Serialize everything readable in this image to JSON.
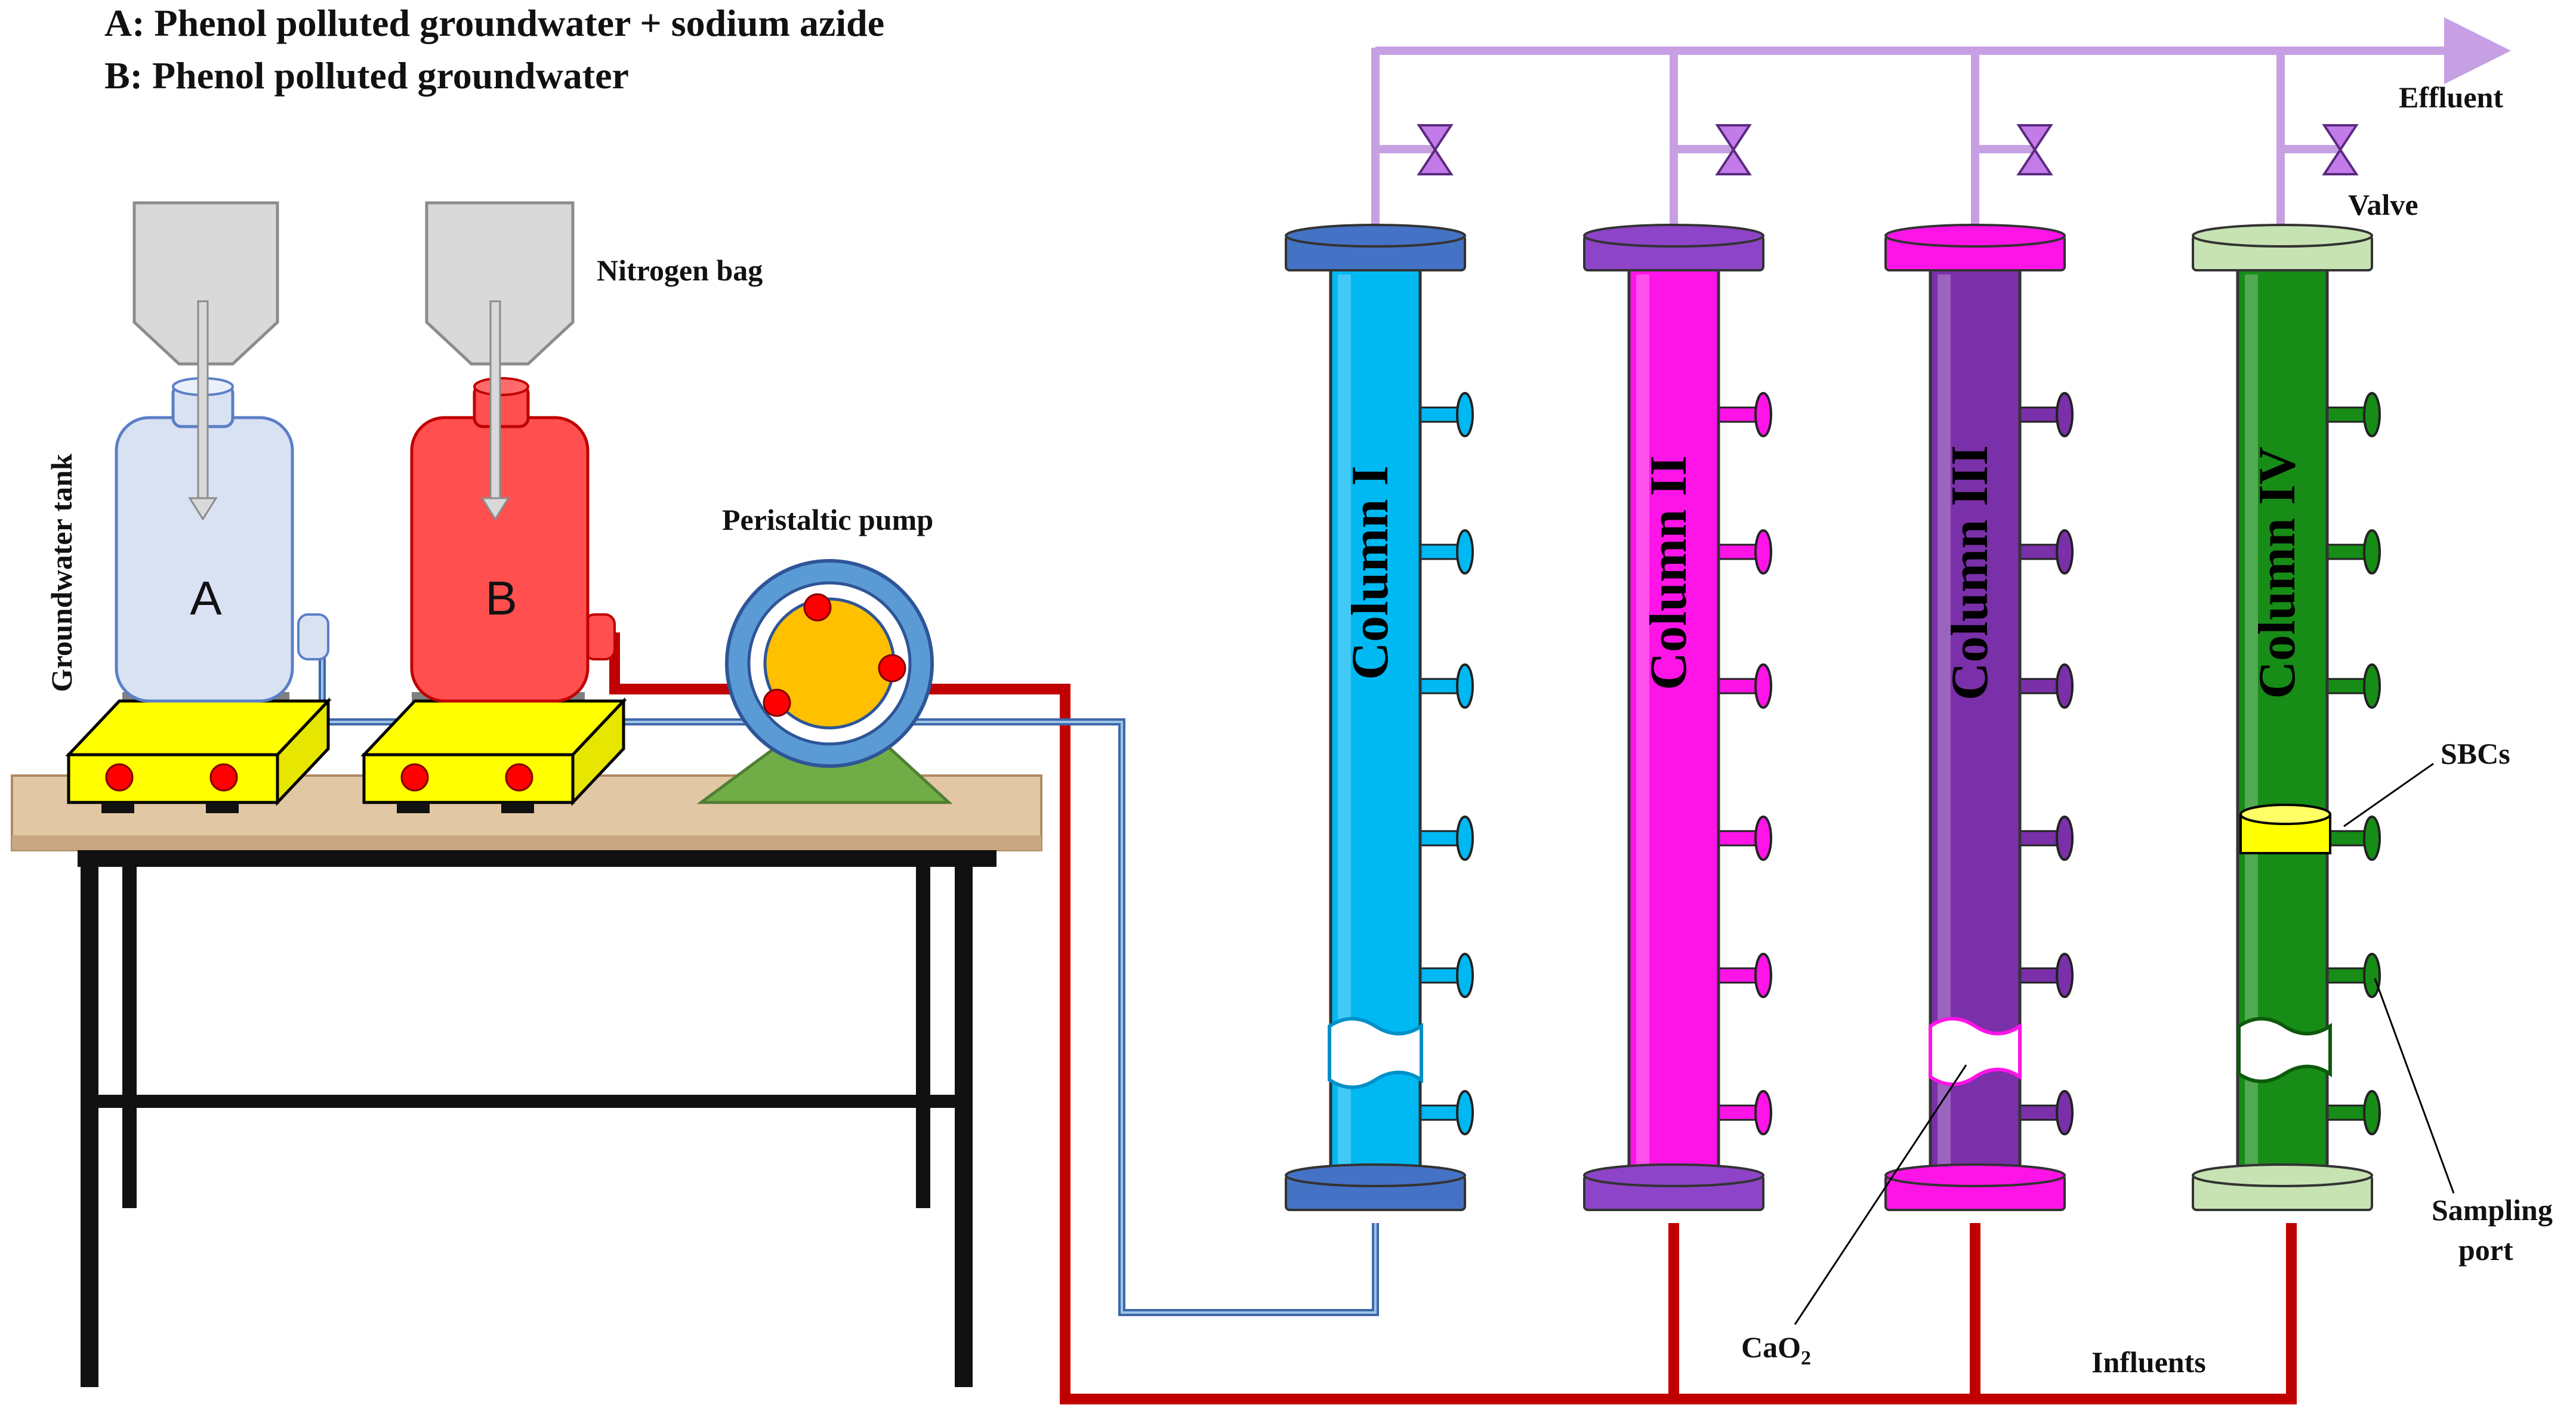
{
  "legend": {
    "line_a": "A: Phenol polluted groundwater + sodium azide",
    "line_b": "B: Phenol polluted groundwater"
  },
  "labels": {
    "nitrogen_bag": "Nitrogen bag",
    "groundwater_tank": "Groundwater tank",
    "peristaltic_pump": "Peristaltic pump",
    "tank_a": "A",
    "tank_b": "B",
    "effluent": "Effluent",
    "valve": "Valve",
    "sbcs": "SBCs",
    "sampling_port_line1": "Sampling",
    "sampling_port_line2": "port",
    "cao2": "CaO",
    "cao2_sub": "2",
    "influents": "Influents"
  },
  "columns": [
    {
      "label": "Column I",
      "body_color": "#00B9F2",
      "cap_color": "#4472C4"
    },
    {
      "label": "Column II",
      "body_color": "#FF14E8",
      "cap_color": "#8E44C8"
    },
    {
      "label": "Column III",
      "body_color": "#7A30A8",
      "cap_color": "#FF14E8"
    },
    {
      "label": "Column IV",
      "body_color": "#178C17",
      "cap_color": "#C7E3B3"
    }
  ],
  "colors": {
    "effluent_pipe": "#C7A0E3",
    "valve": "#C27BE8",
    "red_tube": "#C00000",
    "blue_tube": "#3F68AA",
    "tank_a": "#D9E2F3",
    "tank_b": "#FF4F4F",
    "bag": "#D9D9D9",
    "stirrer": "#FFFF00",
    "pump_ring": "#5B9BD5",
    "pump_rotor": "#FFC000",
    "pump_base": "#70AD47",
    "table_top": "#E2C7A5",
    "sbcs": "#FFFF00"
  }
}
